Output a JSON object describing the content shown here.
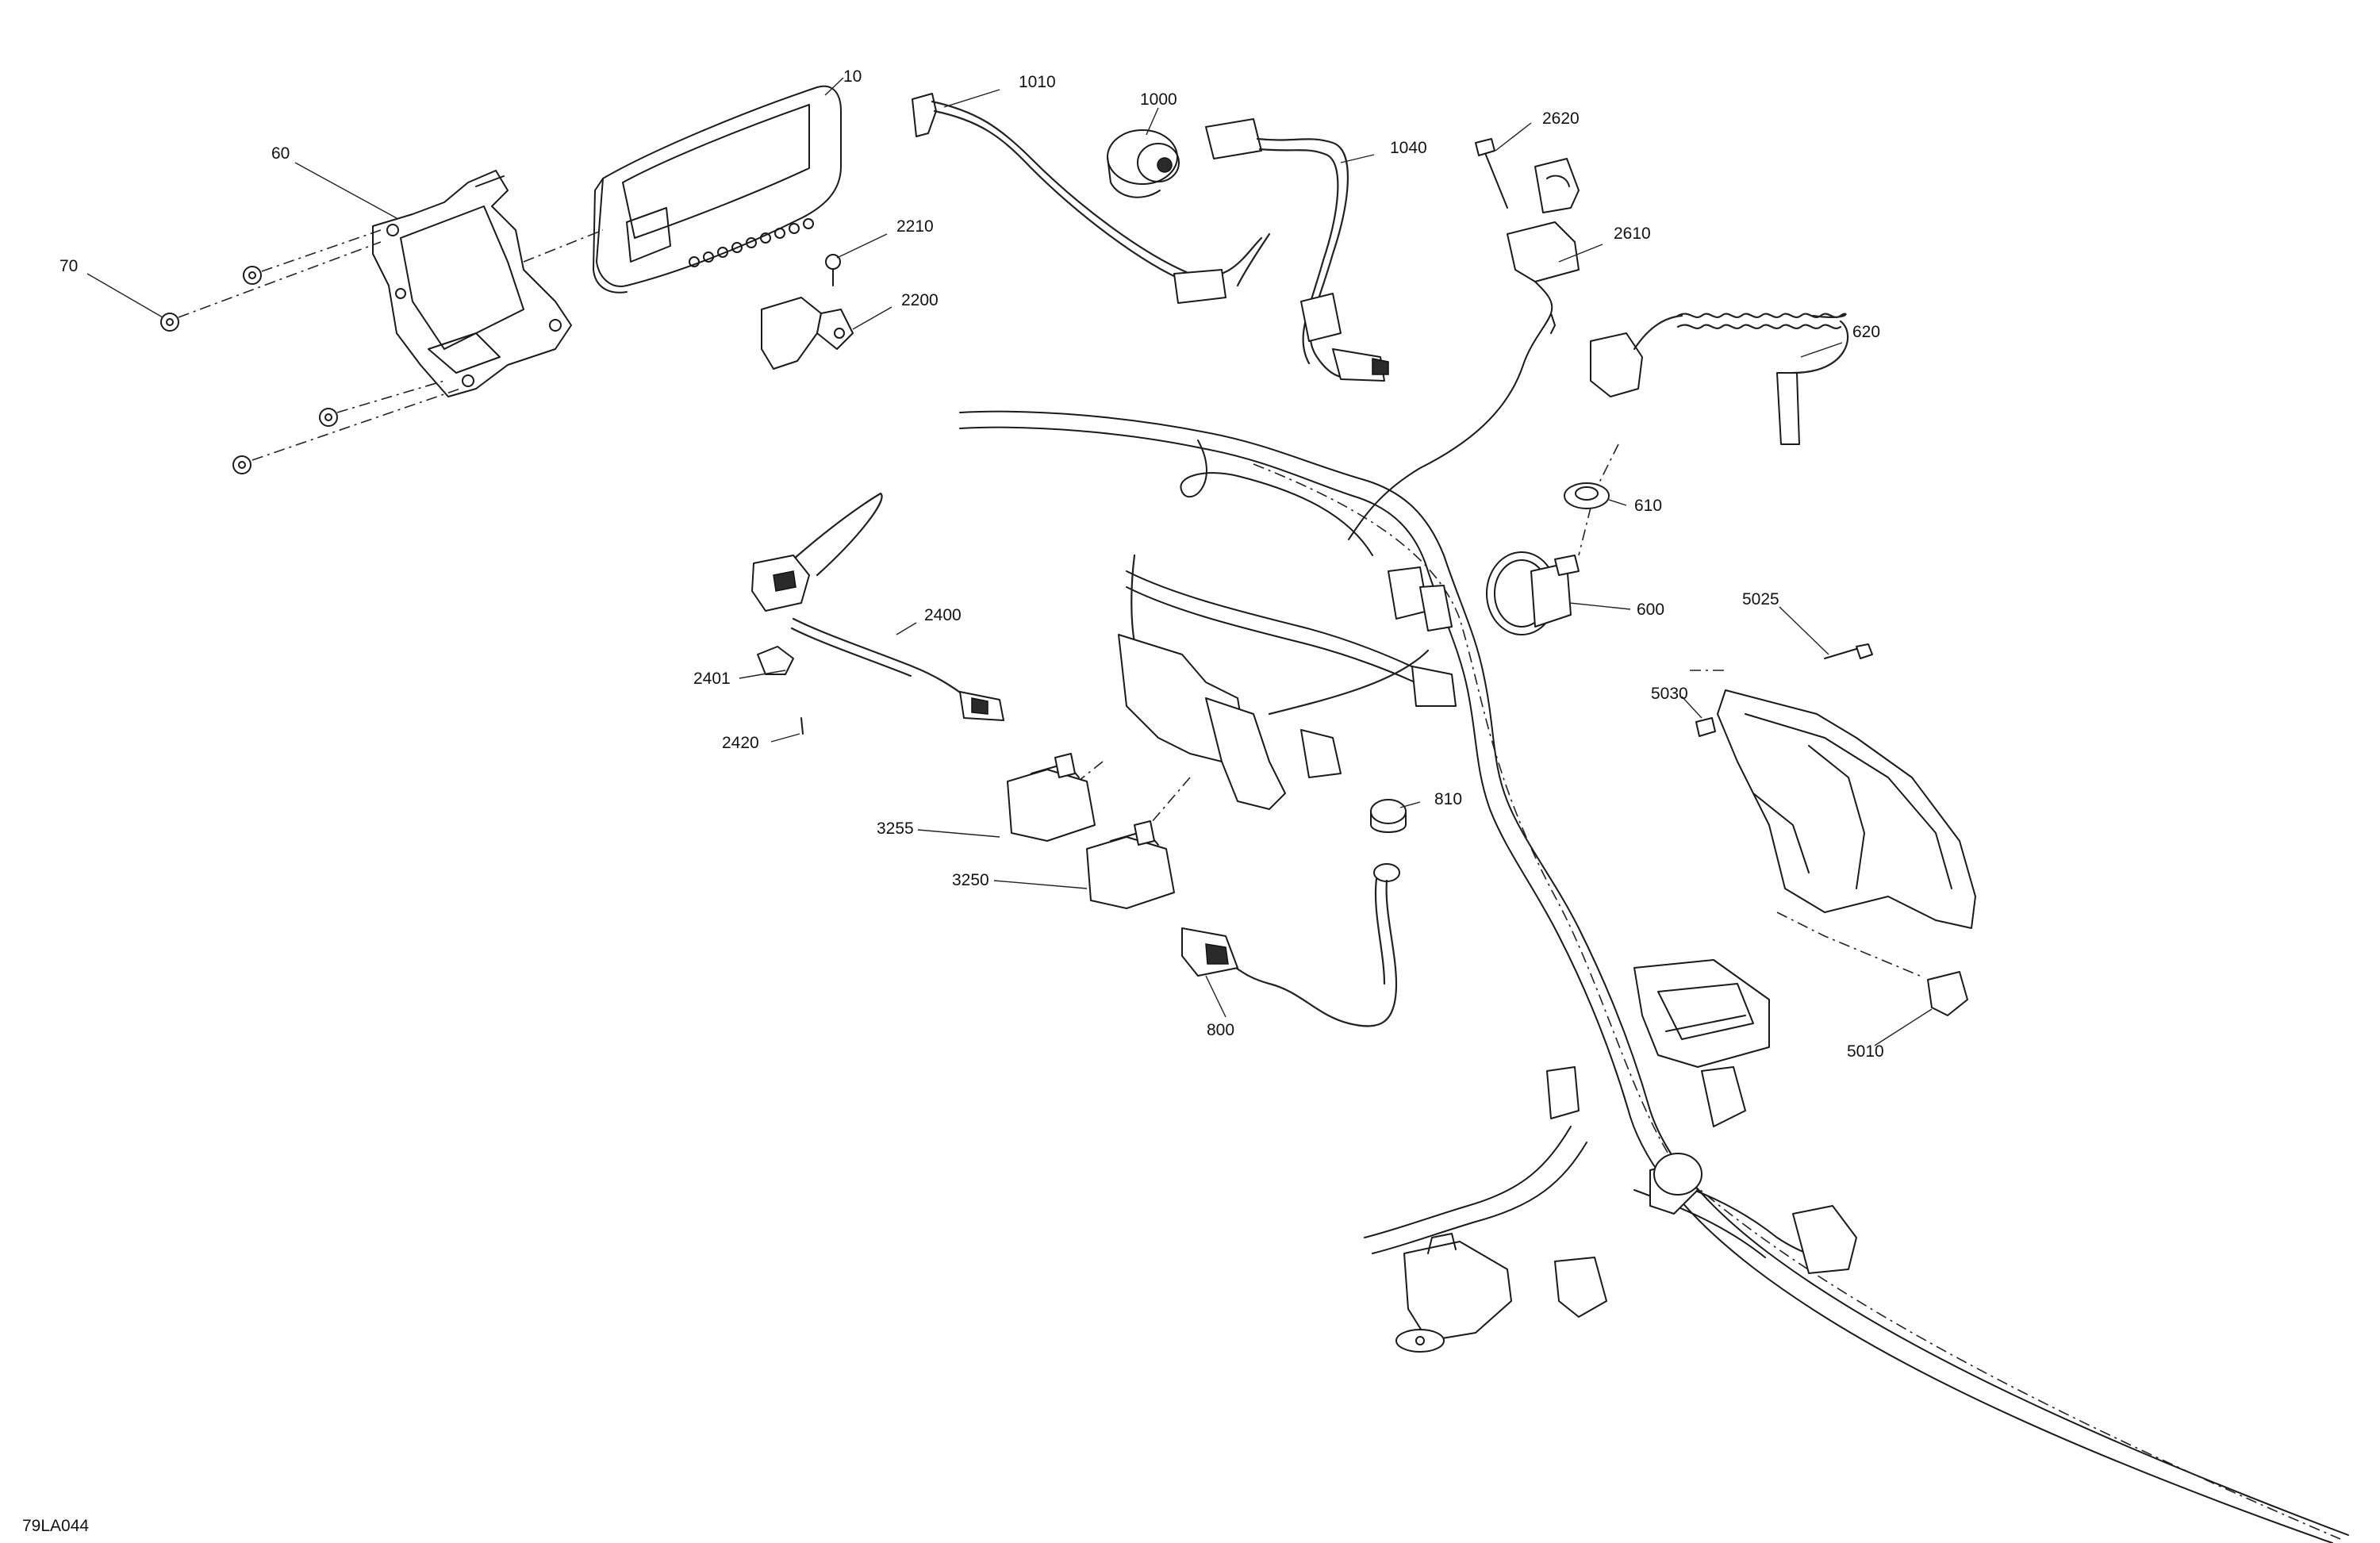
{
  "diagram": {
    "drawing_code": "79LA044",
    "callouts": [
      {
        "id": "10",
        "text": "10"
      },
      {
        "id": "60",
        "text": "60"
      },
      {
        "id": "70",
        "text": "70"
      },
      {
        "id": "1010",
        "text": "1010"
      },
      {
        "id": "1000",
        "text": "1000"
      },
      {
        "id": "1040",
        "text": "1040"
      },
      {
        "id": "2620",
        "text": "2620"
      },
      {
        "id": "2610",
        "text": "2610"
      },
      {
        "id": "2210",
        "text": "2210"
      },
      {
        "id": "2200",
        "text": "2200"
      },
      {
        "id": "620",
        "text": "620"
      },
      {
        "id": "610",
        "text": "610"
      },
      {
        "id": "600",
        "text": "600"
      },
      {
        "id": "5025",
        "text": "5025"
      },
      {
        "id": "5030",
        "text": "5030"
      },
      {
        "id": "2400",
        "text": "2400"
      },
      {
        "id": "2401",
        "text": "2401"
      },
      {
        "id": "2420",
        "text": "2420"
      },
      {
        "id": "810",
        "text": "810"
      },
      {
        "id": "3255",
        "text": "3255"
      },
      {
        "id": "3250",
        "text": "3250"
      },
      {
        "id": "800",
        "text": "800"
      },
      {
        "id": "5010",
        "text": "5010"
      }
    ]
  },
  "colors": {
    "line": "#1a1a1a",
    "background": "#ffffff"
  }
}
